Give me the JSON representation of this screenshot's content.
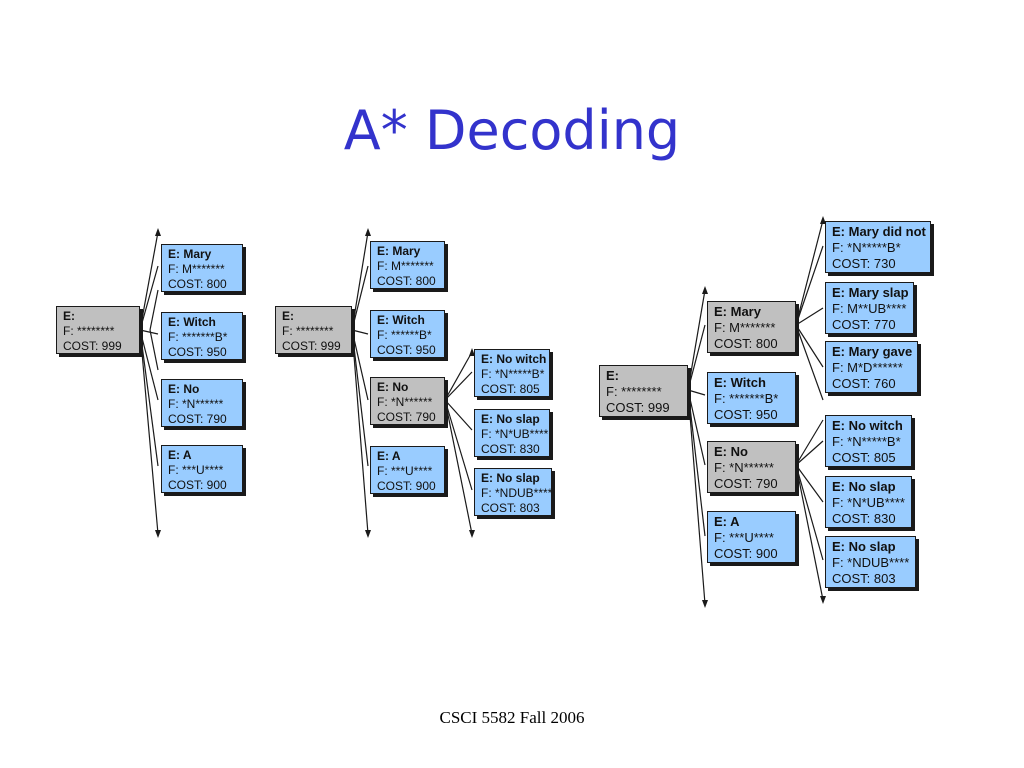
{
  "title": "A* Decoding",
  "footer": "CSCI 5582 Fall 2006",
  "colors": {
    "title": "#3333cc",
    "expanded_node": "#c0c0c0",
    "frontier_node": "#99ccff",
    "edge": "#1a1a1a"
  },
  "trees": [
    {
      "root": {
        "e": "E:",
        "f": "F: ********",
        "cost": "COST: 999"
      },
      "level1": [
        {
          "e": "E: Mary",
          "f": "F: M*******",
          "cost": "COST: 800"
        },
        {
          "e": "E: Witch",
          "f": "F: *******B*",
          "cost": "COST: 950"
        },
        {
          "e": "E: No",
          "f": "F: *N******",
          "cost": "COST: 790"
        },
        {
          "e": "E: A",
          "f": "F: ***U****",
          "cost": "COST: 900"
        }
      ]
    },
    {
      "root": {
        "e": "E:",
        "f": "F: ********",
        "cost": "COST: 999"
      },
      "level1": [
        {
          "e": "E: Mary",
          "f": "F: M*******",
          "cost": "COST: 800"
        },
        {
          "e": "E: Witch",
          "f": "F: ******B*",
          "cost": "COST: 950"
        },
        {
          "e": "E: No",
          "f": "F: *N******",
          "cost": "COST: 790"
        },
        {
          "e": "E: A",
          "f": "F: ***U****",
          "cost": "COST: 900"
        }
      ],
      "no_children": [
        {
          "e": "E: No witch",
          "f": "F: *N*****B*",
          "cost": "COST: 805"
        },
        {
          "e": "E: No slap",
          "f": "F: *N*UB****",
          "cost": "COST: 830"
        },
        {
          "e": "E: No slap",
          "f": "F: *NDUB****",
          "cost": "COST: 803"
        }
      ]
    },
    {
      "root": {
        "e": "E:",
        "f": "F: ********",
        "cost": "COST: 999"
      },
      "level1": [
        {
          "e": "E: Mary",
          "f": "F: M*******",
          "cost": "COST: 800"
        },
        {
          "e": "E: Witch",
          "f": "F: *******B*",
          "cost": "COST: 950"
        },
        {
          "e": "E: No",
          "f": "F: *N******",
          "cost": "COST: 790"
        },
        {
          "e": "E: A",
          "f": "F: ***U****",
          "cost": "COST: 900"
        }
      ],
      "mary_children": [
        {
          "e": "E: Mary did not",
          "f": "F: *N*****B*",
          "cost": "COST: 730"
        },
        {
          "e": "E: Mary slap",
          "f": "F: M**UB****",
          "cost": "COST: 770"
        },
        {
          "e": "E: Mary gave",
          "f": "F: M*D******",
          "cost": "COST: 760"
        }
      ],
      "no_children": [
        {
          "e": "E: No witch",
          "f": "F: *N*****B*",
          "cost": "COST: 805"
        },
        {
          "e": "E: No slap",
          "f": "F: *N*UB****",
          "cost": "COST: 830"
        },
        {
          "e": "E: No slap",
          "f": "F: *NDUB****",
          "cost": "COST: 803"
        }
      ]
    }
  ]
}
